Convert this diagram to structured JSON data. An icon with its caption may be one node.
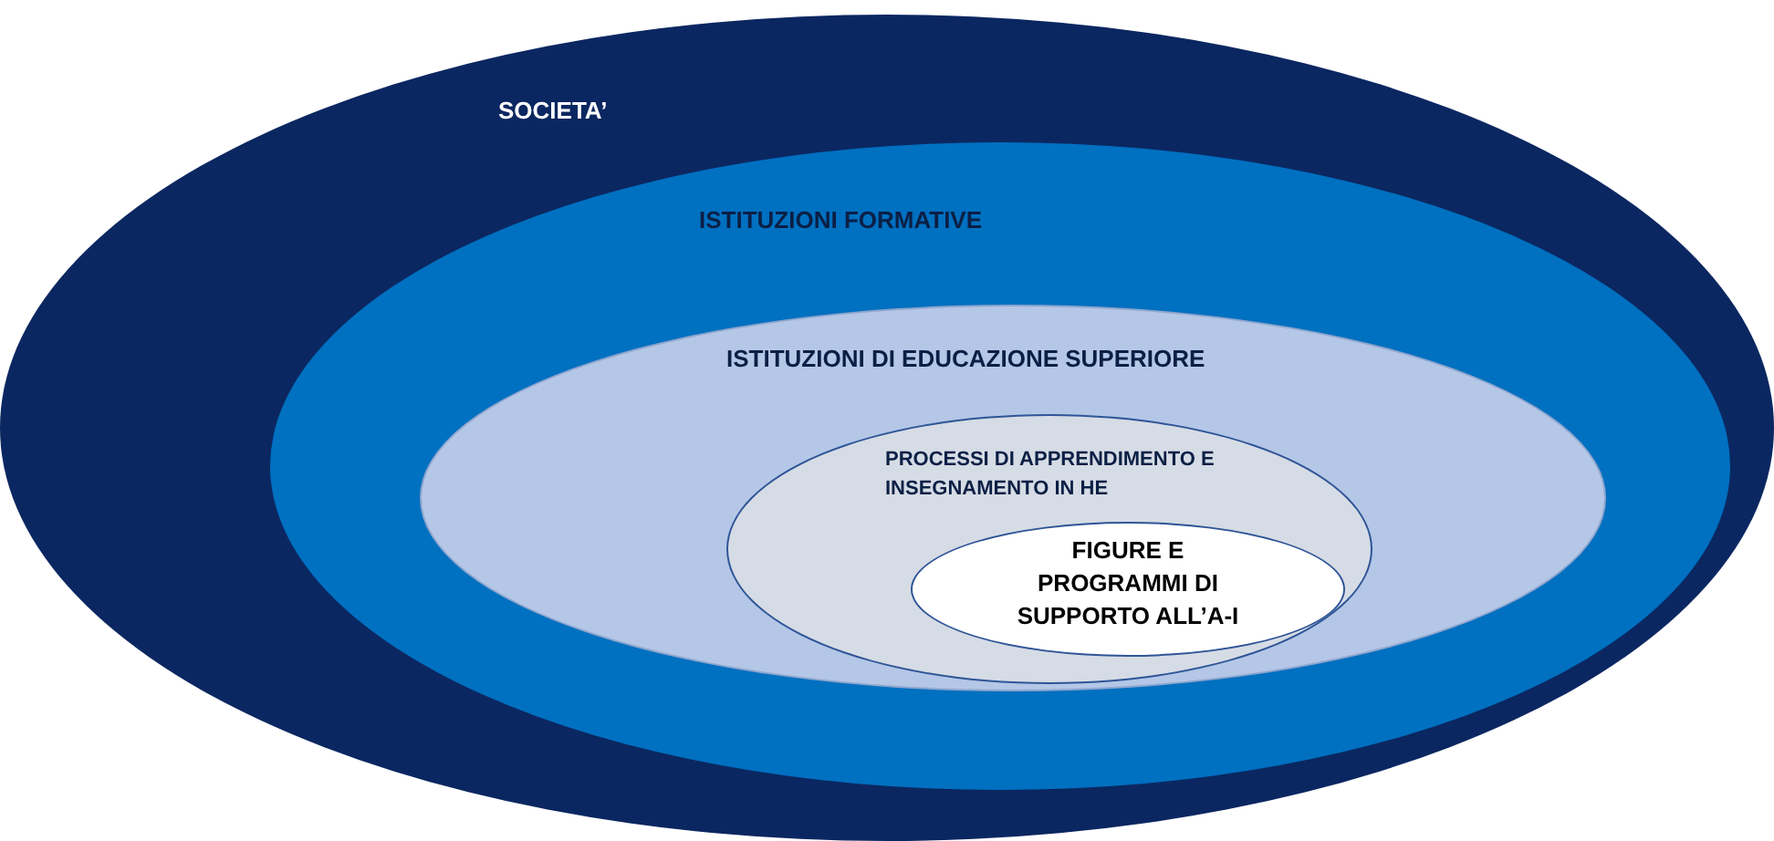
{
  "diagram": {
    "nodes": [
      {
        "text": [
          "SOCIETA’"
        ]
      },
      {
        "text": [
          "ISTITUZIONI FORMATIVE"
        ],
        "in": 0
      },
      {
        "text": [
          "ISTITUZIONI DI EDUCAZIONE SUPERIORE"
        ],
        "in": 1
      },
      {
        "text": [
          "PROCESSI DI APPRENDIMENTO E INSEGNAMENTO IN HE"
        ],
        "in": 2
      },
      {
        "text": [
          "FIGURE E PROGRAMMI DI SUPPORTO ALL’A-I"
        ],
        "in": 3
      }
    ]
  }
}
